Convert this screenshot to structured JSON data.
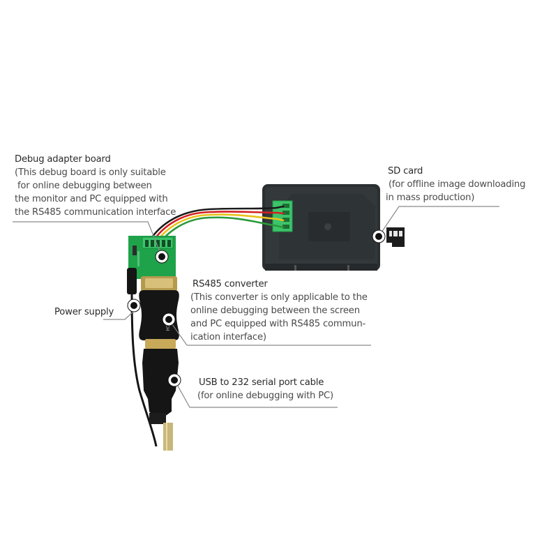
{
  "diagram": {
    "components": [
      {
        "id": "debug-adapter-board",
        "title": "Debug adapter board",
        "description_lines": [
          "(This debug board is only suitable",
          " for online debugging between",
          "the monitor and PC equipped with",
          "the RS485 communication interface"
        ]
      },
      {
        "id": "sd-card",
        "title": "SD card",
        "description_lines": [
          " (for offline image downloading",
          "in mass production)"
        ]
      },
      {
        "id": "rs485-converter",
        "title": "RS485 converter",
        "description_lines": [
          "(This converter is only applicable to the",
          "online debugging between the screen",
          "and PC equipped with RS485 commun-",
          "ication interface)"
        ]
      },
      {
        "id": "power-supply",
        "title": "Power supply",
        "description_lines": []
      },
      {
        "id": "usb-232-cable",
        "title": "USB to 232 serial port cable",
        "description_lines": [
          "(for online debugging with PC)"
        ]
      }
    ],
    "converter_brand_text": "DTECH",
    "colors": {
      "background": "#ffffff",
      "leader_line": "#8a8a8a",
      "marker_outer": "#ffffff",
      "marker_inner": "#111111",
      "pcb_green": "#1fa34a",
      "terminal_green": "#3cc46a",
      "display_body": "#2b2f31",
      "wire_red": "#d3201f",
      "wire_yellow": "#e8c21a",
      "wire_green": "#2a9a3a",
      "wire_black": "#1a1a1a",
      "connector_black": "#151515",
      "usb_cable_gold": "#c8b77a"
    }
  }
}
